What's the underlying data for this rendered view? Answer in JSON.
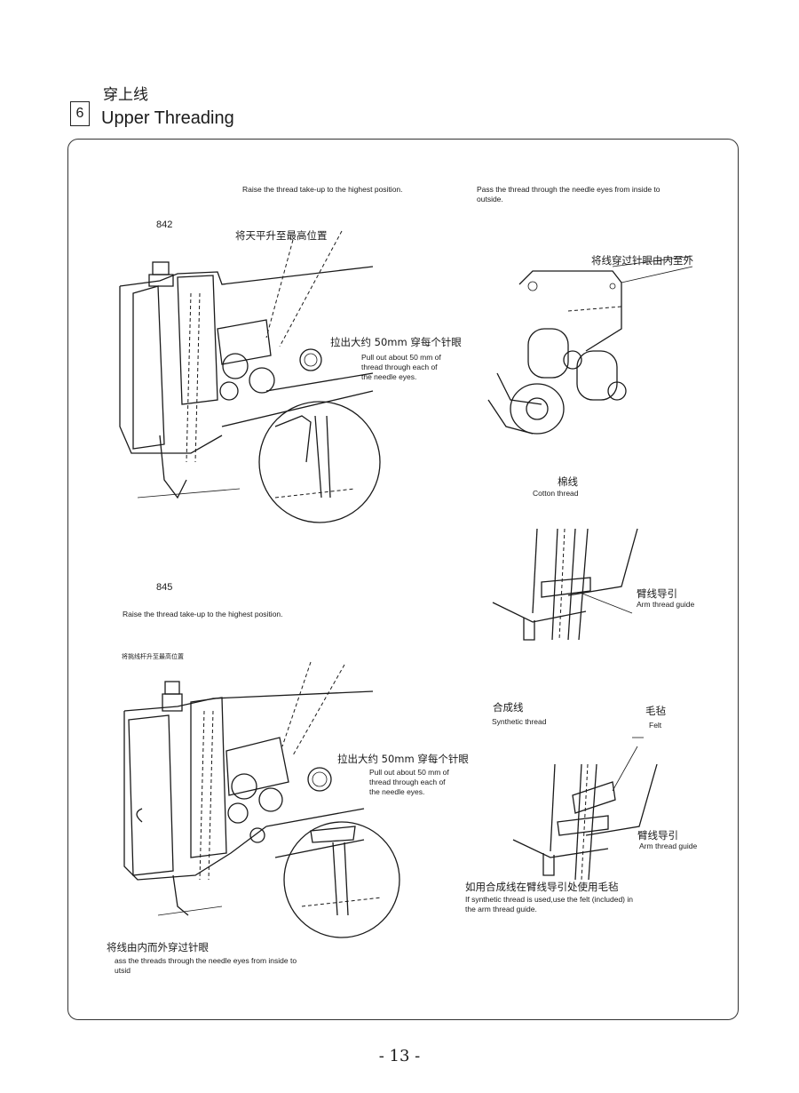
{
  "section": {
    "number": "6",
    "title_cn": "穿上线",
    "title_en": "Upper Threading"
  },
  "model_842": {
    "model": "842",
    "instruction_en": "Raise the thread take-up to the highest position.",
    "instruction_cn": "将天平升至最高位置",
    "pull_cn": "拉出大约 50mm 穿每个针眼",
    "pull_en": [
      "Pull out about 50 mm of",
      "thread through each of",
      "the needle eyes."
    ]
  },
  "needle_eyes_top": {
    "instruction_en": [
      "Pass the thread through the needle eyes from inside to",
      "outside."
    ],
    "instruction_cn": "将线穿过针眼由内至外"
  },
  "cotton_thread": {
    "label_cn": "棉线",
    "label_en": "Cotton thread",
    "arm_guide_cn": "臂线导引",
    "arm_guide_en": "Arm thread guide"
  },
  "model_845": {
    "model": "845",
    "instruction_en": "Raise the thread take-up to the highest position.",
    "instruction_cn": "将挑线杆升至最高位置",
    "pull_cn": "拉出大约 50mm 穿每个针眼",
    "pull_en": [
      "Pull out about 50 mm of",
      "thread through each of",
      "the needle eyes."
    ],
    "bottom_cn": "将线由内而外穿过针眼",
    "bottom_en": [
      "ass the threads through the needle eyes from inside to",
      "utsid"
    ]
  },
  "synthetic_thread": {
    "label_cn": "合成线",
    "label_en": "Synthetic thread",
    "felt_cn": "毛毡",
    "felt_en": "Felt",
    "arm_guide_cn": "臂线导引",
    "arm_guide_en": "Arm thread guide",
    "note_cn": "如用合成线在臂线导引处使用毛毡",
    "note_en": [
      "If synthetic thread is used,use the felt (included) in",
      "the arm thread guide."
    ]
  },
  "page_number": "- 13 -"
}
